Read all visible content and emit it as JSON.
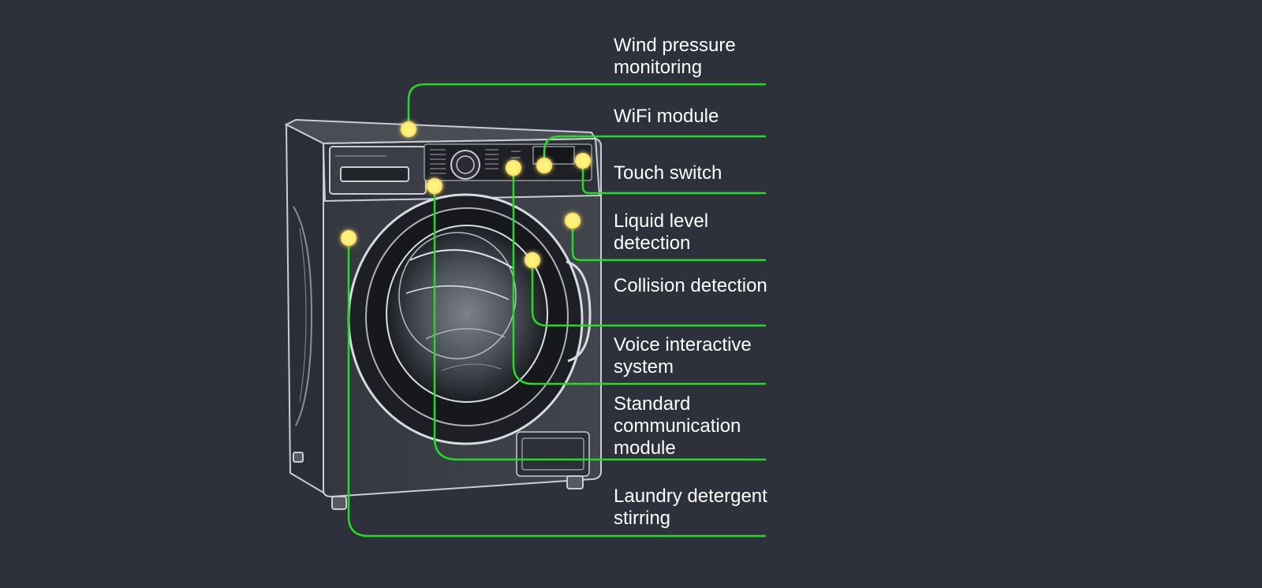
{
  "colors": {
    "background": "#2e313b",
    "leader_line": "#22dd22",
    "marker_fill": "#fff27a",
    "marker_glow": "#ffe066",
    "machine_body": "#3d4048",
    "machine_outline": "#c9ccd4"
  },
  "callouts": [
    {
      "id": "wind-pressure-monitoring",
      "lines": [
        "Wind pressure",
        "monitoring"
      ]
    },
    {
      "id": "wifi-module",
      "lines": [
        "WiFi module"
      ]
    },
    {
      "id": "touch-switch",
      "lines": [
        "Touch switch"
      ]
    },
    {
      "id": "liquid-level-detection",
      "lines": [
        "Liquid level",
        "detection"
      ]
    },
    {
      "id": "collision-detection",
      "lines": [
        "Collision detection"
      ]
    },
    {
      "id": "voice-interactive-system",
      "lines": [
        "Voice interactive",
        "system"
      ]
    },
    {
      "id": "standard-communication-module",
      "lines": [
        "Standard",
        "communication",
        "module"
      ]
    },
    {
      "id": "laundry-detergent-stirring",
      "lines": [
        "Laundry detergent",
        "stirring"
      ]
    }
  ]
}
